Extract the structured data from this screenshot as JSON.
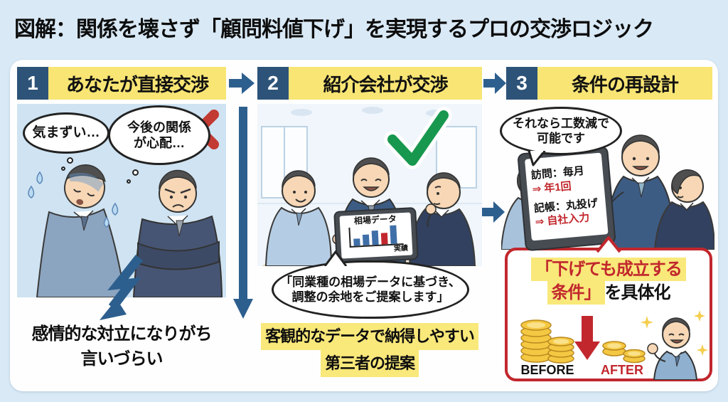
{
  "title": "図解：関係を壊さず「顧問料値下げ」を実現するプロの交渉ロジック",
  "colors": {
    "page_bg": "#d9e9f6",
    "accent_yellow": "#f8e574",
    "step_number_blue": "#2d5379",
    "arrow_blue": "#2d5f8e",
    "error_red": "#c23a32",
    "success_green": "#17984e",
    "result_box_red": "#c1272d",
    "highlight_yellow": "#f9e87a",
    "coin_gold": "#f5c843"
  },
  "steps": [
    {
      "number": "1",
      "title": "あなたが直接交渉"
    },
    {
      "number": "2",
      "title": "紹介会社が交渉"
    },
    {
      "number": "3",
      "title": "条件の再設計"
    }
  ],
  "panel1": {
    "bubble1": "気まずい…",
    "bubble2_line1": "今後の関係",
    "bubble2_line2": "が心配…",
    "caption_line1": "感情的な対立になりがち",
    "caption_line2": "言いづらい"
  },
  "panel2": {
    "tablet_title": "相場データ",
    "tablet_label": "実績",
    "tablet_chart": {
      "type": "bar",
      "bars": [
        {
          "h": 10,
          "c": "#3f6fa8"
        },
        {
          "h": 15,
          "c": "#3f6fa8"
        },
        {
          "h": 20,
          "c": "#3f6fa8"
        },
        {
          "h": 16,
          "c": "#c1272d"
        },
        {
          "h": 26,
          "c": "#3f6fa8"
        }
      ]
    },
    "bubble_line1": "「同業種の相場データに基づき、",
    "bubble_line2": "調整の余地をご提案します」",
    "caption_line1": "客観的なデータで納得しやすい",
    "caption_line2": "第三者の提案"
  },
  "panel3": {
    "bubble_line1": "それなら工数減で",
    "bubble_line2": "可能です",
    "tablet_line1": "訪問：毎月",
    "tablet_line2": "⇒ 年1回",
    "tablet_line3": "記帳：丸投げ",
    "tablet_line4": "⇒ 自社入力",
    "box_line1": "「下げても成立する",
    "box_line2_highlight": "条件」",
    "box_line2_rest": "を具体化",
    "before_label": "BEFORE",
    "after_label": "AFTER"
  }
}
